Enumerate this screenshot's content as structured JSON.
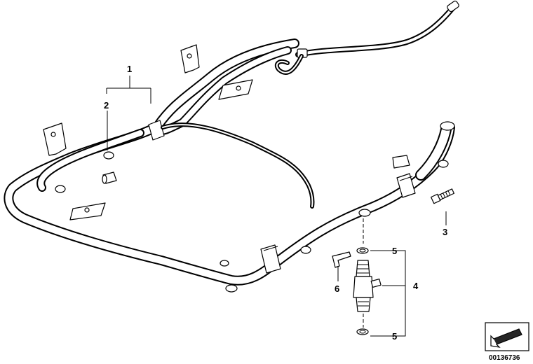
{
  "callouts": {
    "c1": "1",
    "c2": "2",
    "c3": "3",
    "c4": "4",
    "c5a": "5",
    "c5b": "5",
    "c6": "6"
  },
  "reference_number": "00136736",
  "icons": {
    "view_direction": "arrow-view-icon"
  }
}
